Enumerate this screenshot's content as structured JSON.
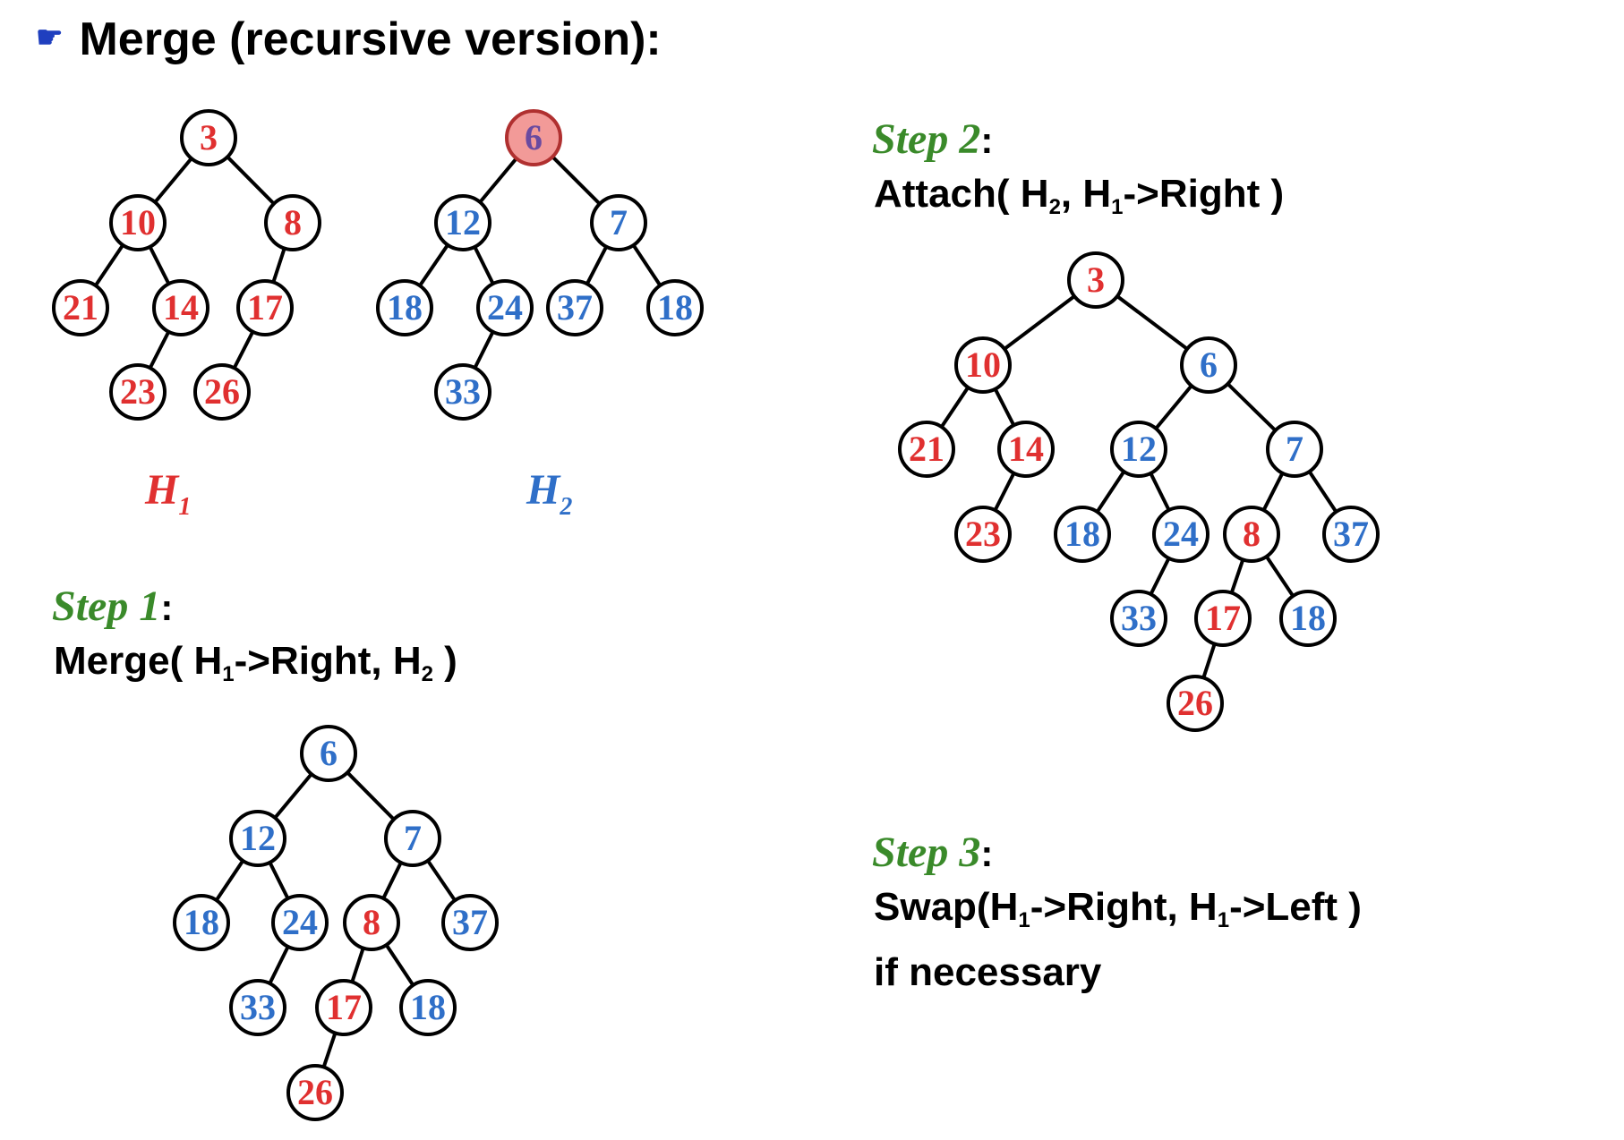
{
  "title": "Merge (recursive version):",
  "title_icon": "pointing-hand-icon",
  "colors": {
    "h1": "#e03030",
    "h2": "#2f6fc8",
    "step": "#3a8a2a",
    "highlight": "#f29a98"
  },
  "heap_labels": {
    "h1": {
      "letter": "H",
      "sub": "1"
    },
    "h2": {
      "letter": "H",
      "sub": "2"
    }
  },
  "steps": [
    {
      "number": "Step 1",
      "lines": [
        [
          "Merge( H",
          "1",
          "->Right, H",
          "2",
          " )"
        ]
      ]
    },
    {
      "number": "Step 2",
      "lines": [
        [
          "Attach( H",
          "2",
          ", H",
          "1",
          "->Right )"
        ]
      ]
    },
    {
      "number": "Step 3",
      "lines": [
        [
          "Swap(H",
          "1",
          "->Right, H",
          "1",
          "->Left )"
        ],
        [
          "if necessary"
        ]
      ]
    }
  ],
  "trees": [
    {
      "id": "H1",
      "nodes": [
        [
          "3",
          "h1"
        ],
        [
          "10",
          "h1"
        ],
        [
          "8",
          "h1"
        ],
        [
          "21",
          "h1"
        ],
        [
          "14",
          "h1"
        ],
        [
          "17",
          "h1"
        ],
        [
          "23",
          "h1"
        ],
        [
          "26",
          "h1"
        ]
      ],
      "edges": [
        [
          0,
          1
        ],
        [
          0,
          2
        ],
        [
          1,
          3
        ],
        [
          1,
          4
        ],
        [
          2,
          5
        ],
        [
          4,
          6
        ],
        [
          5,
          7
        ]
      ]
    },
    {
      "id": "H2",
      "highlight_node": 0,
      "nodes": [
        [
          "6",
          "h2"
        ],
        [
          "12",
          "h2"
        ],
        [
          "7",
          "h2"
        ],
        [
          "18",
          "h2"
        ],
        [
          "24",
          "h2"
        ],
        [
          "37",
          "h2"
        ],
        [
          "18",
          "h2"
        ],
        [
          "33",
          "h2"
        ]
      ],
      "edges": [
        [
          0,
          1
        ],
        [
          0,
          2
        ],
        [
          1,
          3
        ],
        [
          1,
          4
        ],
        [
          2,
          5
        ],
        [
          2,
          6
        ],
        [
          4,
          7
        ]
      ]
    },
    {
      "id": "step1",
      "nodes": [
        [
          "6",
          "h2"
        ],
        [
          "12",
          "h2"
        ],
        [
          "7",
          "h2"
        ],
        [
          "18",
          "h2"
        ],
        [
          "24",
          "h2"
        ],
        [
          "8",
          "h1"
        ],
        [
          "37",
          "h2"
        ],
        [
          "33",
          "h2"
        ],
        [
          "17",
          "h1"
        ],
        [
          "18",
          "h2"
        ],
        [
          "26",
          "h1"
        ]
      ],
      "edges": [
        [
          0,
          1
        ],
        [
          0,
          2
        ],
        [
          1,
          3
        ],
        [
          1,
          4
        ],
        [
          2,
          5
        ],
        [
          2,
          6
        ],
        [
          4,
          7
        ],
        [
          5,
          8
        ],
        [
          5,
          9
        ],
        [
          8,
          10
        ]
      ]
    },
    {
      "id": "step2",
      "nodes": [
        [
          "3",
          "h1"
        ],
        [
          "10",
          "h1"
        ],
        [
          "6",
          "h2"
        ],
        [
          "21",
          "h1"
        ],
        [
          "14",
          "h1"
        ],
        [
          "12",
          "h2"
        ],
        [
          "7",
          "h2"
        ],
        [
          "23",
          "h1"
        ],
        [
          "18",
          "h2"
        ],
        [
          "24",
          "h2"
        ],
        [
          "8",
          "h1"
        ],
        [
          "37",
          "h2"
        ],
        [
          "33",
          "h2"
        ],
        [
          "17",
          "h1"
        ],
        [
          "18",
          "h2"
        ],
        [
          "26",
          "h1"
        ]
      ],
      "edges": [
        [
          0,
          1
        ],
        [
          0,
          2
        ],
        [
          1,
          3
        ],
        [
          1,
          4
        ],
        [
          2,
          5
        ],
        [
          2,
          6
        ],
        [
          4,
          7
        ],
        [
          5,
          8
        ],
        [
          5,
          9
        ],
        [
          6,
          10
        ],
        [
          6,
          11
        ],
        [
          9,
          12
        ],
        [
          10,
          13
        ],
        [
          10,
          14
        ],
        [
          13,
          15
        ]
      ]
    }
  ]
}
